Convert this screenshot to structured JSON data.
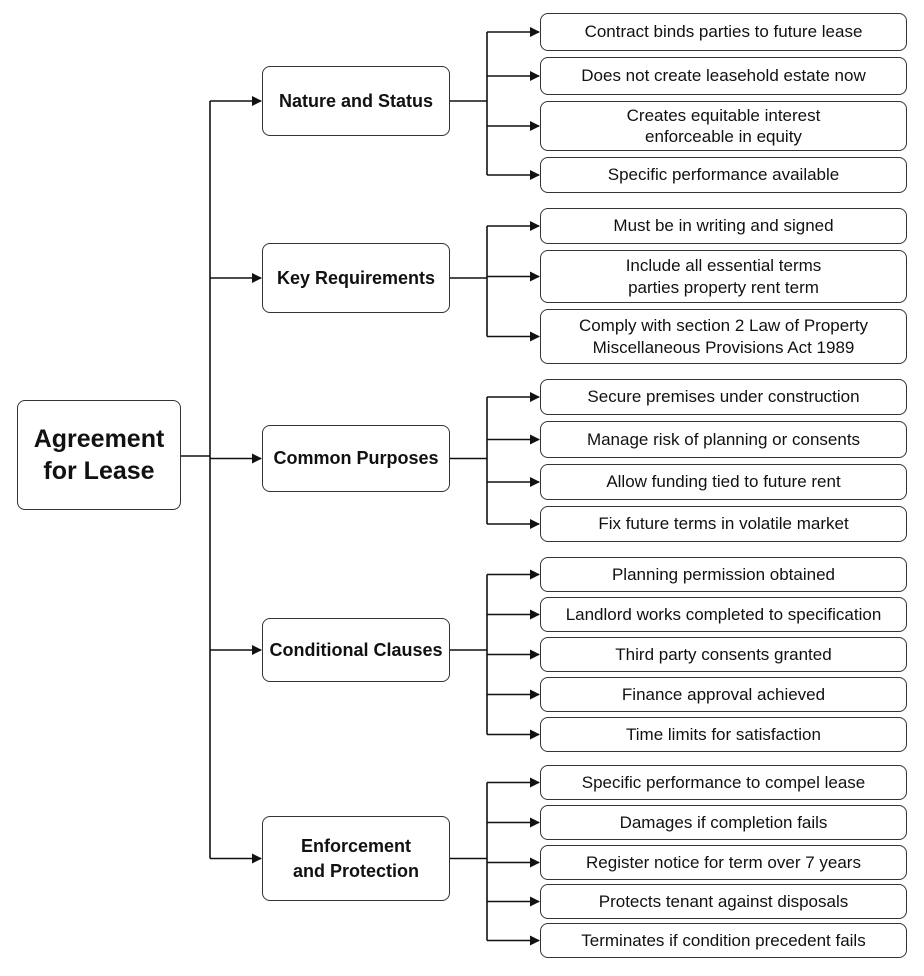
{
  "root": {
    "line1": "Agreement",
    "line2": "for Lease"
  },
  "branches": [
    {
      "lines": [
        "Nature and Status"
      ],
      "leaves": [
        [
          "Contract binds parties to future lease"
        ],
        [
          "Does not create leasehold estate now"
        ],
        [
          "Creates equitable interest",
          "enforceable in equity"
        ],
        [
          "Specific performance available"
        ]
      ]
    },
    {
      "lines": [
        "Key Requirements"
      ],
      "leaves": [
        [
          "Must be in writing and signed"
        ],
        [
          "Include all essential terms",
          "parties property rent term"
        ],
        [
          "Comply with section 2 Law of Property",
          "Miscellaneous Provisions Act 1989"
        ]
      ]
    },
    {
      "lines": [
        "Common Purposes"
      ],
      "leaves": [
        [
          "Secure premises under construction"
        ],
        [
          "Manage risk of planning or consents"
        ],
        [
          "Allow funding tied to future rent"
        ],
        [
          "Fix future terms in volatile market"
        ]
      ]
    },
    {
      "lines": [
        "Conditional Clauses"
      ],
      "leaves": [
        [
          "Planning permission obtained"
        ],
        [
          "Landlord works completed to specification"
        ],
        [
          "Third party consents granted"
        ],
        [
          "Finance approval achieved"
        ],
        [
          "Time limits for satisfaction"
        ]
      ]
    },
    {
      "lines": [
        "Enforcement",
        "and Protection"
      ],
      "leaves": [
        [
          "Specific performance to compel lease"
        ],
        [
          "Damages if completion fails"
        ],
        [
          "Register notice for term over 7 years"
        ],
        [
          "Protects tenant against disposals"
        ],
        [
          "Terminates if condition precedent fails"
        ]
      ]
    }
  ]
}
